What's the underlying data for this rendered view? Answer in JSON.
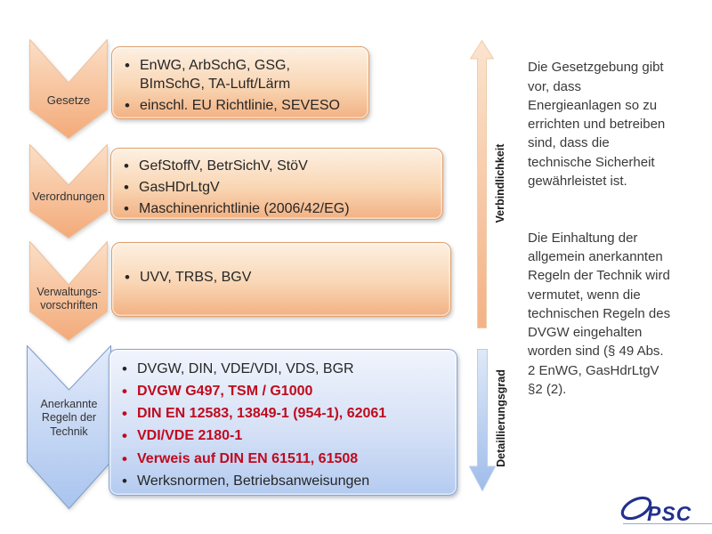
{
  "stages": [
    {
      "label": "Gesetze",
      "items": [
        "EnWG, ArbSchG, GSG,\nBImSchG, TA-Luft/Lärm",
        "einschl. EU Richtlinie, SEVESO"
      ]
    },
    {
      "label": "Verordnungen",
      "items": [
        "GefStoffV, BetrSichV, StöV",
        "GasHDrLtgV",
        "Maschinenrichtlinie (2006/42/EG)"
      ]
    },
    {
      "label": "Verwaltungs-\nvorschriften",
      "items": [
        "UVV, TRBS, BGV"
      ]
    },
    {
      "label": "Anerkannte\nRegeln der\nTechnik",
      "items": [
        "DVGW, DIN, VDE/VDI, VDS, BGR",
        "DVGW G497, TSM / G1000",
        "DIN EN 12583, 13849-1 (954-1), 62061",
        "VDI/VDE 2180-1",
        "Verweis auf DIN EN 61511, 61508",
        "Werksnormen, Betriebsanweisungen"
      ]
    }
  ],
  "axis_labels": {
    "up": "Verbindlichkeit",
    "down": "Detaillierungsgrad"
  },
  "side_text": {
    "paragraph_1": "Die Gesetzgebung gibt\nvor, dass\nEnergieanlagen so zu\nerrichten und betreiben\nsind, dass die\ntechnische Sicherheit\ngewährleistet ist.",
    "paragraph_2": "Die Einhaltung der\nallgemein anerkannten\nRegeln der Technik wird\nvermutet, wenn  die\ntechnischen  Regeln des\nDVGW eingehalten\nworden sind (§ 49 Abs.\n2 EnWG, GasHdrLtgV\n§2 (2)."
  },
  "logo": {
    "text": "PSC"
  },
  "colors": {
    "orange_light": "#fdf0e2",
    "orange_dark": "#f2b183",
    "blue_light": "#f0f4fc",
    "blue_dark": "#b4cbf0",
    "red_text": "#c00a1e",
    "logo_navy": "#22308f",
    "body_text": "#262626"
  }
}
